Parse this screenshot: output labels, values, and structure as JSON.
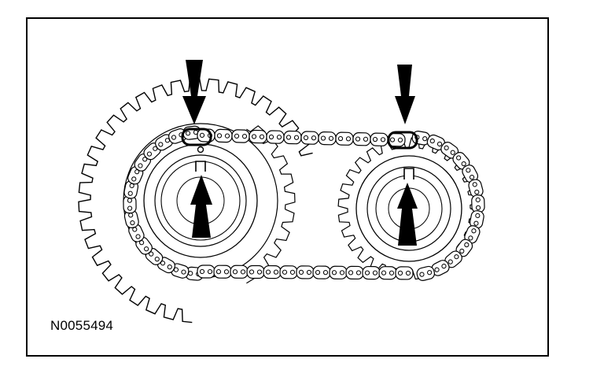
{
  "figure": {
    "id_label": "N0055494",
    "colors": {
      "line": "#000000",
      "background": "#ffffff"
    },
    "components": {
      "large_sprocket": "left-sprocket",
      "small_sprocket": "right-sprocket",
      "chain": "timing-chain",
      "markers": [
        "arrow-down-left",
        "arrow-down-right",
        "arrow-up-left",
        "arrow-up-right"
      ]
    }
  }
}
